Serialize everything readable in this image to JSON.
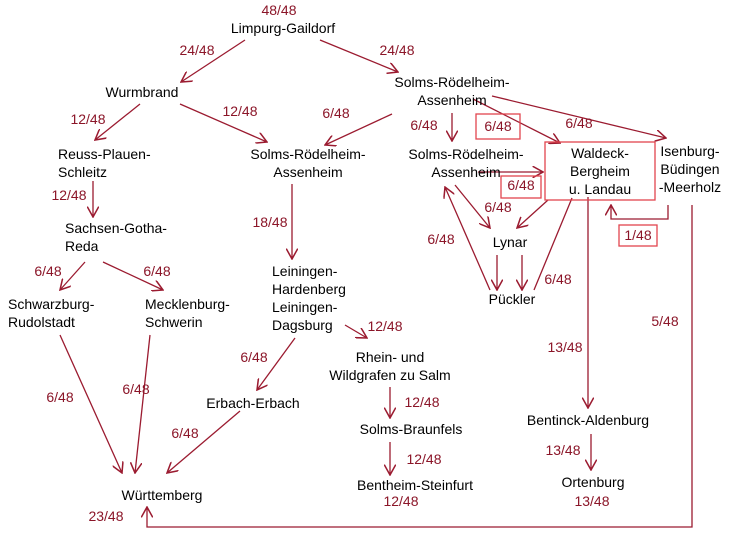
{
  "colors": {
    "label": "#8b1528",
    "edge": "#9b1b30",
    "highlight_box": "#e2454f"
  },
  "nodes": [
    {
      "id": "limpurg",
      "lines": [
        "Limpurg-Gaildorf"
      ],
      "share": "48/48"
    },
    {
      "id": "wurmbrand",
      "lines": [
        "Wurmbrand"
      ]
    },
    {
      "id": "solms1",
      "lines": [
        "Solms-Rödelheim-",
        "Assenheim"
      ]
    },
    {
      "id": "reuss",
      "lines": [
        "Reuss-Plauen-",
        "Schleitz"
      ]
    },
    {
      "id": "solms2",
      "lines": [
        "Solms-Rödelheim-",
        "Assenheim"
      ]
    },
    {
      "id": "solms3",
      "lines": [
        "Solms-Rödelheim-",
        "Assenheim"
      ]
    },
    {
      "id": "waldeck",
      "lines": [
        "Waldeck-",
        "Bergheim",
        "u. Landau"
      ]
    },
    {
      "id": "isenburg",
      "lines": [
        "Isenburg-",
        "Büdingen",
        "-Meerholz"
      ]
    },
    {
      "id": "sachsen",
      "lines": [
        "Sachsen-Gotha-",
        "Reda"
      ]
    },
    {
      "id": "lynar",
      "lines": [
        "Lynar"
      ]
    },
    {
      "id": "pueckler",
      "lines": [
        "Pückler"
      ]
    },
    {
      "id": "schwarzburg",
      "lines": [
        "Schwarzburg-",
        "Rudolstadt"
      ]
    },
    {
      "id": "mecklenburg",
      "lines": [
        "Mecklenburg-",
        "Schwerin"
      ]
    },
    {
      "id": "leiningen",
      "lines": [
        "Leiningen-",
        "Hardenberg",
        "Leiningen-",
        "Dagsburg"
      ]
    },
    {
      "id": "rhein",
      "lines": [
        "Rhein- und",
        "Wildgrafen zu Salm"
      ]
    },
    {
      "id": "erbach",
      "lines": [
        "Erbach-Erbach"
      ]
    },
    {
      "id": "solmsbr",
      "lines": [
        "Solms-Braunfels"
      ]
    },
    {
      "id": "bentheim",
      "lines": [
        "Bentheim-Steinfurt"
      ],
      "share": "12/48"
    },
    {
      "id": "bentinck",
      "lines": [
        "Bentinck-Aldenburg"
      ]
    },
    {
      "id": "ortenburg",
      "lines": [
        "Ortenburg"
      ],
      "share": "13/48"
    },
    {
      "id": "wuerttemberg",
      "lines": [
        "Württemberg"
      ],
      "share": "23/48"
    }
  ],
  "edge_labels": [
    "24/48",
    "24/48",
    "12/48",
    "12/48",
    "6/48",
    "6/48",
    "6/48",
    "6/48",
    "12/48",
    "18/48",
    "6/48",
    "6/48",
    "6/48",
    "1/48",
    "6/48",
    "6/48",
    "6/48",
    "5/48",
    "12/48",
    "13/48",
    "6/48",
    "6/48",
    "6/48",
    "12/48",
    "6/48",
    "12/48",
    "13/48"
  ]
}
